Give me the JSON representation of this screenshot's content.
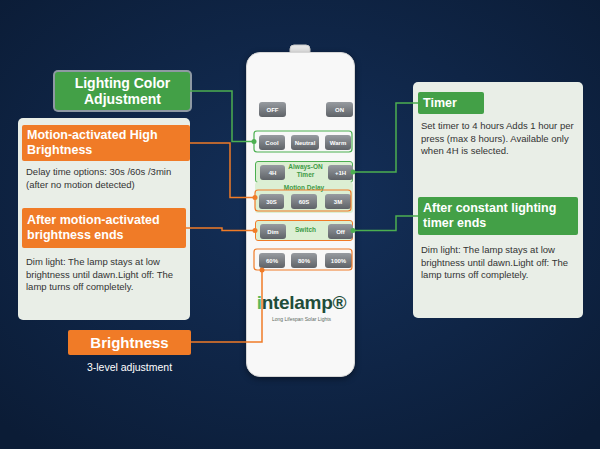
{
  "diagram": {
    "nodes": [
      {
        "text": [
          "Lighting Color Adjustment"
        ]
      },
      {
        "text": [
          "Delay time options: 30s /60s /3min (after no motion detected)",
          "Dim light: The lamp stays at low brightness until dawn.Light off: The lamp turns off completely."
        ]
      },
      {
        "text": [
          "Motion-activated High Brightness"
        ],
        "in": 1
      },
      {
        "text": [
          "After motion-activated brightness ends"
        ],
        "in": 1
      },
      {
        "text": [
          "Brightness",
          "3-level adjustment"
        ]
      },
      {
        "text": [
          "intelamp®",
          "Long Lifespan Solar Lights"
        ]
      },
      {
        "text": [
          "OFF"
        ],
        "in": 5
      },
      {
        "text": [
          "ON"
        ],
        "in": 5
      },
      {
        "text": [
          "Cool"
        ],
        "in": 5
      },
      {
        "text": [
          "Neutral"
        ],
        "in": 5
      },
      {
        "text": [
          "Warm"
        ],
        "in": 5
      },
      {
        "text": [
          "Always-ON Timer"
        ],
        "in": 5
      },
      {
        "text": [
          "4H"
        ],
        "in": 11
      },
      {
        "text": [
          "+1H"
        ],
        "in": 11
      },
      {
        "text": [
          "Motion Delay"
        ],
        "in": 5
      },
      {
        "text": [
          "30S"
        ],
        "in": 14
      },
      {
        "text": [
          "60S"
        ],
        "in": 14
      },
      {
        "text": [
          "3M"
        ],
        "in": 14
      },
      {
        "text": [
          "Switch"
        ],
        "in": 5
      },
      {
        "text": [
          "Dim"
        ],
        "in": 18
      },
      {
        "text": [
          "Off"
        ],
        "in": 18
      },
      {
        "text": [
          "60%"
        ],
        "in": 5
      },
      {
        "text": [
          "80%"
        ],
        "in": 5
      },
      {
        "text": [
          "100%"
        ],
        "in": 5
      },
      {
        "text": [
          "Set timer to 4 hours Adds 1 hour per press (max 8 hours). Available only when 4H is selected.",
          "Dim light: The lamp stays at low brightness until dawn.Light off: The lamp turns off completely."
        ]
      },
      {
        "text": [
          "Timer"
        ],
        "in": 24
      },
      {
        "text": [
          "After constant lighting timer ends"
        ],
        "in": 24
      }
    ],
    "edges": [
      {
        "from": 25,
        "to": 11,
        "arrow": "none"
      },
      {
        "from": 2,
        "to": 14,
        "arrow": "none"
      },
      {
        "from": 3,
        "to": 18,
        "arrow": "none"
      },
      {
        "from": 26,
        "to": 18,
        "arrow": "none"
      }
    ]
  }
}
